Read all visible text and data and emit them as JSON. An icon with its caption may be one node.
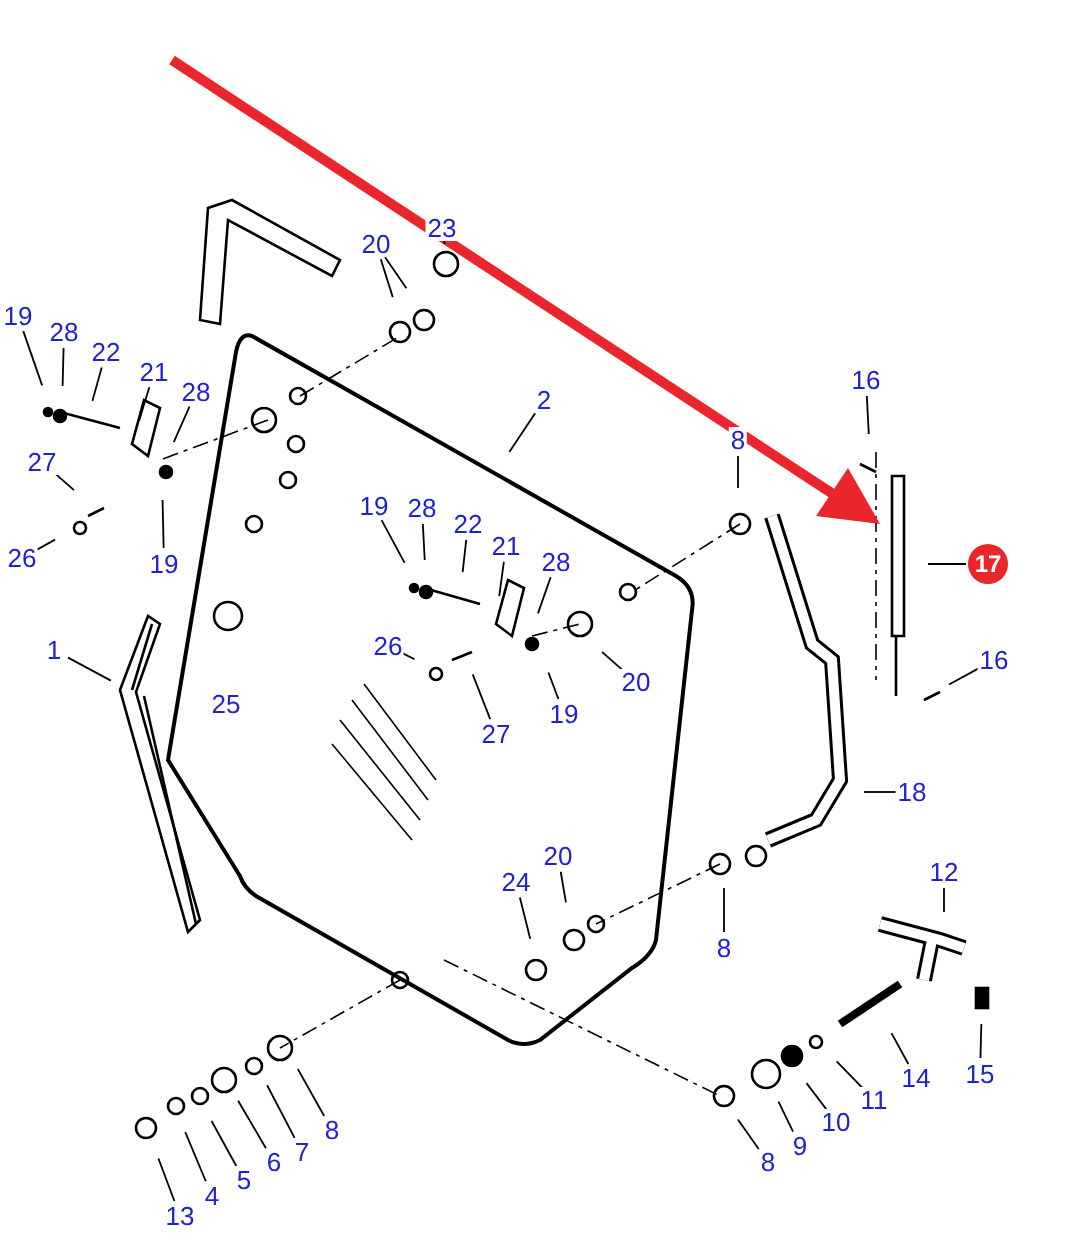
{
  "diagram": {
    "nodes": [
      {
        "text": [
          "23"
        ]
      },
      {
        "text": [
          "20"
        ]
      },
      {
        "text": [
          "19"
        ]
      },
      {
        "text": [
          "28"
        ]
      },
      {
        "text": [
          "22"
        ]
      },
      {
        "text": [
          "21"
        ]
      },
      {
        "text": [
          "28"
        ]
      },
      {
        "text": [
          "2"
        ]
      },
      {
        "text": [
          "27"
        ]
      },
      {
        "text": [
          "16"
        ]
      },
      {
        "text": [
          "8"
        ]
      },
      {
        "text": [
          "26"
        ]
      },
      {
        "text": [
          "19"
        ]
      },
      {
        "text": [
          "19"
        ]
      },
      {
        "text": [
          "28"
        ]
      },
      {
        "text": [
          "22"
        ]
      },
      {
        "text": [
          "21"
        ]
      },
      {
        "text": [
          "28"
        ]
      },
      {
        "text": [
          "17"
        ]
      },
      {
        "text": [
          "1"
        ]
      },
      {
        "text": [
          "26"
        ]
      },
      {
        "text": [
          "20"
        ]
      },
      {
        "text": [
          "19"
        ]
      },
      {
        "text": [
          "27"
        ]
      },
      {
        "text": [
          "16"
        ]
      },
      {
        "text": [
          "18"
        ]
      },
      {
        "text": [
          "20"
        ]
      },
      {
        "text": [
          "24"
        ]
      },
      {
        "text": [
          "12"
        ]
      },
      {
        "text": [
          "8"
        ]
      },
      {
        "text": [
          "14"
        ]
      },
      {
        "text": [
          "15"
        ]
      },
      {
        "text": [
          "11"
        ]
      },
      {
        "text": [
          "10"
        ]
      },
      {
        "text": [
          "9"
        ]
      },
      {
        "text": [
          "8"
        ]
      },
      {
        "text": [
          "7"
        ]
      },
      {
        "text": [
          "6"
        ]
      },
      {
        "text": [
          "5"
        ]
      },
      {
        "text": [
          "4"
        ]
      },
      {
        "text": [
          "8"
        ]
      },
      {
        "text": [
          "13"
        ]
      },
      {
        "text": [
          "25"
        ]
      }
    ],
    "edges": [
      {
        "from": 0,
        "to": null,
        "arrow": "none"
      },
      {
        "from": 1,
        "to": null,
        "arrow": "none"
      },
      {
        "from": 1,
        "to": null,
        "arrow": "none"
      },
      {
        "from": 2,
        "to": null,
        "arrow": "none"
      },
      {
        "from": 3,
        "to": null,
        "arrow": "none"
      },
      {
        "from": 4,
        "to": null,
        "arrow": "none"
      },
      {
        "from": 5,
        "to": null,
        "arrow": "none"
      },
      {
        "from": 6,
        "to": null,
        "arrow": "none"
      },
      {
        "from": 7,
        "to": null,
        "arrow": "none"
      },
      {
        "from": 8,
        "to": null,
        "arrow": "none"
      },
      {
        "from": 9,
        "to": null,
        "arrow": "none"
      },
      {
        "from": 10,
        "to": null,
        "arrow": "none"
      },
      {
        "from": 11,
        "to": null,
        "arrow": "none"
      },
      {
        "from": 12,
        "to": null,
        "arrow": "none"
      },
      {
        "from": 13,
        "to": null,
        "arrow": "none"
      },
      {
        "from": 14,
        "to": null,
        "arrow": "none"
      },
      {
        "from": 15,
        "to": null,
        "arrow": "none"
      },
      {
        "from": 16,
        "to": null,
        "arrow": "none"
      },
      {
        "from": 17,
        "to": null,
        "arrow": "none"
      },
      {
        "from": 18,
        "to": null,
        "arrow": "none"
      },
      {
        "from": 19,
        "to": null,
        "arrow": "none"
      },
      {
        "from": 20,
        "to": null,
        "arrow": "none"
      },
      {
        "from": 21,
        "to": null,
        "arrow": "none"
      },
      {
        "from": 22,
        "to": null,
        "arrow": "none"
      },
      {
        "from": 23,
        "to": null,
        "arrow": "none"
      },
      {
        "from": 24,
        "to": null,
        "arrow": "none"
      },
      {
        "from": 25,
        "to": null,
        "arrow": "none"
      },
      {
        "from": 26,
        "to": null,
        "arrow": "none"
      },
      {
        "from": 27,
        "to": null,
        "arrow": "none"
      },
      {
        "from": 28,
        "to": null,
        "arrow": "none"
      },
      {
        "from": 29,
        "to": null,
        "arrow": "none"
      },
      {
        "from": 30,
        "to": null,
        "arrow": "none"
      },
      {
        "from": 31,
        "to": null,
        "arrow": "none"
      },
      {
        "from": 32,
        "to": null,
        "arrow": "none"
      },
      {
        "from": 33,
        "to": null,
        "arrow": "none"
      },
      {
        "from": 34,
        "to": null,
        "arrow": "none"
      },
      {
        "from": 35,
        "to": null,
        "arrow": "none"
      },
      {
        "from": 36,
        "to": null,
        "arrow": "none"
      },
      {
        "from": 37,
        "to": null,
        "arrow": "none"
      },
      {
        "from": 38,
        "to": null,
        "arrow": "none"
      },
      {
        "from": 39,
        "to": null,
        "arrow": "none"
      },
      {
        "from": 40,
        "to": null,
        "arrow": "none"
      },
      {
        "from": 41,
        "to": null,
        "arrow": "none"
      }
    ]
  }
}
